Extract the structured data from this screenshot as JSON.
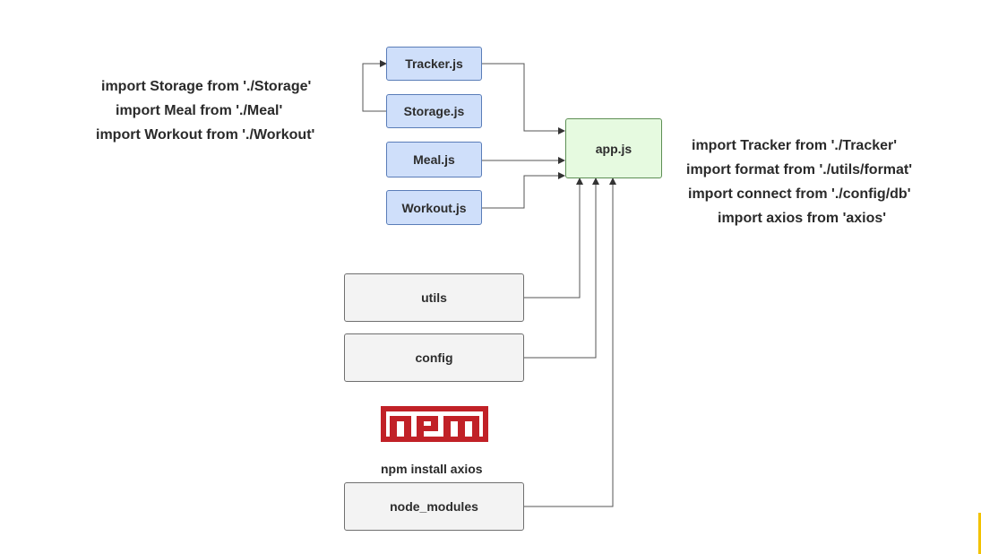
{
  "modules": {
    "tracker": "Tracker.js",
    "storage": "Storage.js",
    "meal": "Meal.js",
    "workout": "Workout.js",
    "app": "app.js"
  },
  "folders": {
    "utils": "utils",
    "config": "config",
    "node_modules": "node_modules"
  },
  "tracker_imports": [
    "import Storage from './Storage'",
    "import Meal from './Meal'",
    "import Workout from './Workout'"
  ],
  "app_imports": [
    "import Tracker from './Tracker'",
    "import format from './utils/format'",
    "import connect from './config/db'",
    "import axios from 'axios'"
  ],
  "npm": {
    "logo_text": "npm",
    "install_command": "npm install axios"
  },
  "colors": {
    "module_fill": "#cfdffa",
    "app_fill": "#e6fae0",
    "folder_fill": "#f3f3f3",
    "npm_red": "#c12127",
    "accent": "#f2c200"
  }
}
